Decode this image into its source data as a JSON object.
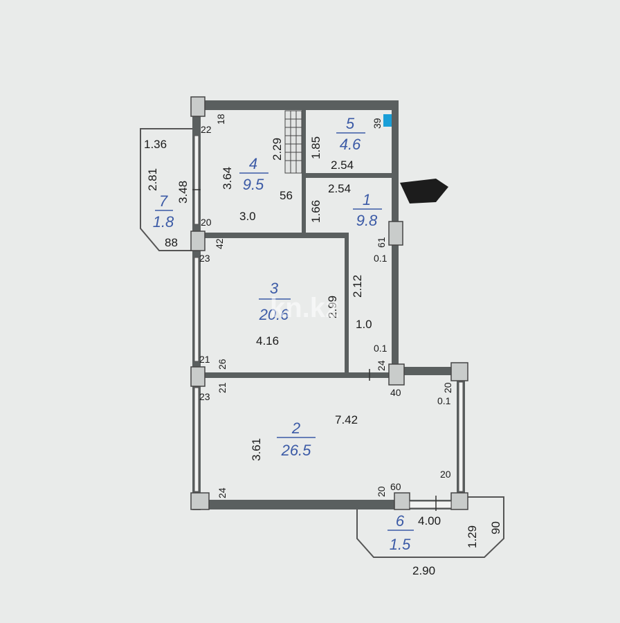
{
  "rooms": [
    {
      "id": "1",
      "number": "1",
      "area": "9.8"
    },
    {
      "id": "2",
      "number": "2",
      "area": "26.5"
    },
    {
      "id": "3",
      "number": "3",
      "area": "20.6"
    },
    {
      "id": "4",
      "number": "4",
      "area": "9.5"
    },
    {
      "id": "5",
      "number": "5",
      "area": "4.6"
    },
    {
      "id": "6",
      "number": "6",
      "area": "1.5"
    },
    {
      "id": "7",
      "number": "7",
      "area": "1.8"
    }
  ],
  "dimensions": {
    "d_1_36": "1.36",
    "d_2_81": "2.81",
    "d_3_48": "3.48",
    "d_88": "88",
    "d_22": "22",
    "d_18": "18",
    "d_3_64": "3.64",
    "d_2_29": "2.29",
    "d_3_0": "3.0",
    "d_56": "56",
    "d_1_85": "1.85",
    "d_39": "39",
    "d_2_54a": "2.54",
    "d_2_54b": "2.54",
    "d_1_66": "1.66",
    "d_20a": "20",
    "d_42": "42",
    "d_23a": "23",
    "d_61": "61",
    "d_0_1a": "0.1",
    "d_2_99": "2.99",
    "d_2_12": "2.12",
    "d_1_0": "1.0",
    "d_4_16": "4.16",
    "d_0_1b": "0.1",
    "d_21a": "21",
    "d_26": "26",
    "d_24a": "24",
    "d_21b": "21",
    "d_23b": "23",
    "d_40": "40",
    "d_20b": "20",
    "d_0_1c": "0.1",
    "d_7_42": "7.42",
    "d_3_61": "3.61",
    "d_24b": "24",
    "d_20c": "20",
    "d_60": "60",
    "d_20d": "20",
    "d_4_00": "4.00",
    "d_1_29": "1.29",
    "d_90": "90",
    "d_2_90": "2.90"
  },
  "watermark": "kn.kz",
  "colors": {
    "wall": "#5a5f5f",
    "room_label": "#3b5aa6",
    "marker": "#1a9fd8",
    "background": "#e9ebea"
  }
}
